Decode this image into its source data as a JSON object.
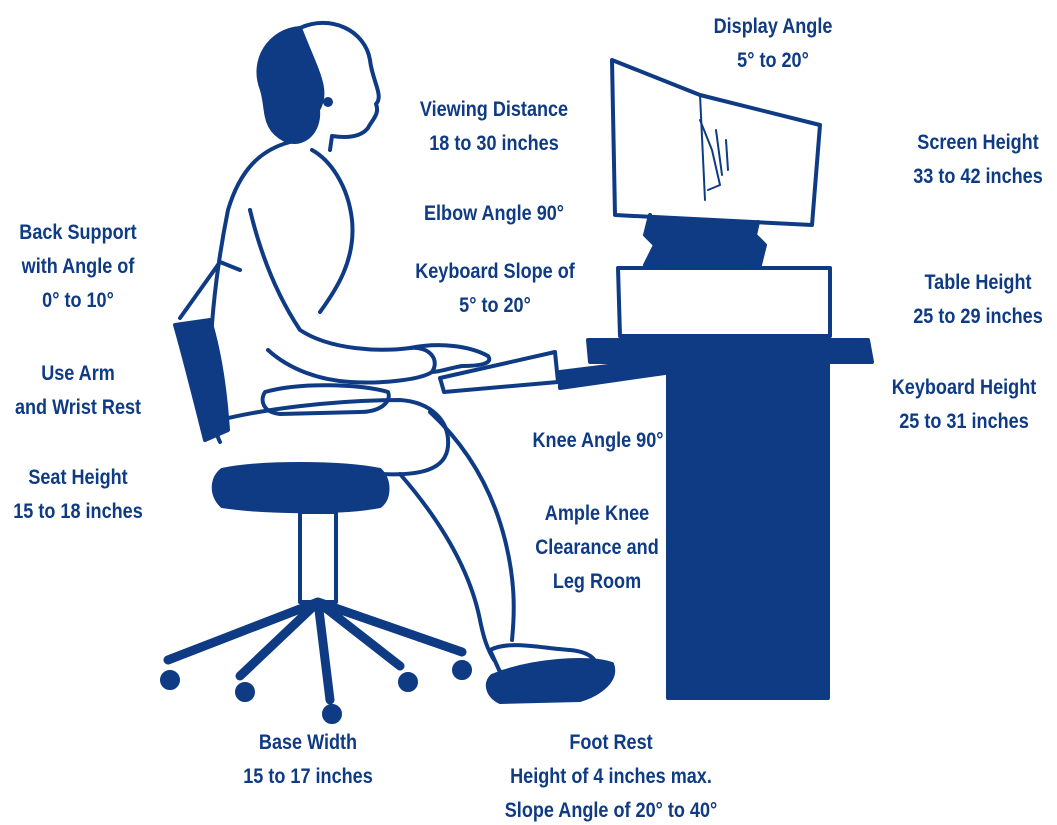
{
  "colors": {
    "ink": "#0e3b84",
    "background": "#ffffff"
  },
  "labels": {
    "display_angle": [
      "Display Angle",
      "5° to 20°"
    ],
    "viewing_distance": [
      "Viewing Distance",
      "18 to 30 inches"
    ],
    "screen_height": [
      "Screen Height",
      "33 to 42 inches"
    ],
    "elbow_angle": [
      "Elbow Angle 90°"
    ],
    "back_support": [
      "Back Support",
      "with Angle of",
      "0° to 10°"
    ],
    "keyboard_slope": [
      "Keyboard Slope of",
      "5° to 20°"
    ],
    "table_height": [
      "Table Height",
      "25 to 29 inches"
    ],
    "arm_rest": [
      "Use Arm",
      "and Wrist Rest"
    ],
    "keyboard_height": [
      "Keyboard Height",
      "25 to 31 inches"
    ],
    "knee_angle": [
      "Knee Angle 90°"
    ],
    "seat_height": [
      "Seat Height",
      "15 to 18 inches"
    ],
    "knee_clearance": [
      "Ample Knee",
      "Clearance and",
      "Leg Room"
    ],
    "base_width": [
      "Base Width",
      "15 to 17 inches"
    ],
    "foot_rest": [
      "Foot Rest",
      "Height of 4 inches max.",
      "Slope Angle of 20° to 40°"
    ]
  }
}
